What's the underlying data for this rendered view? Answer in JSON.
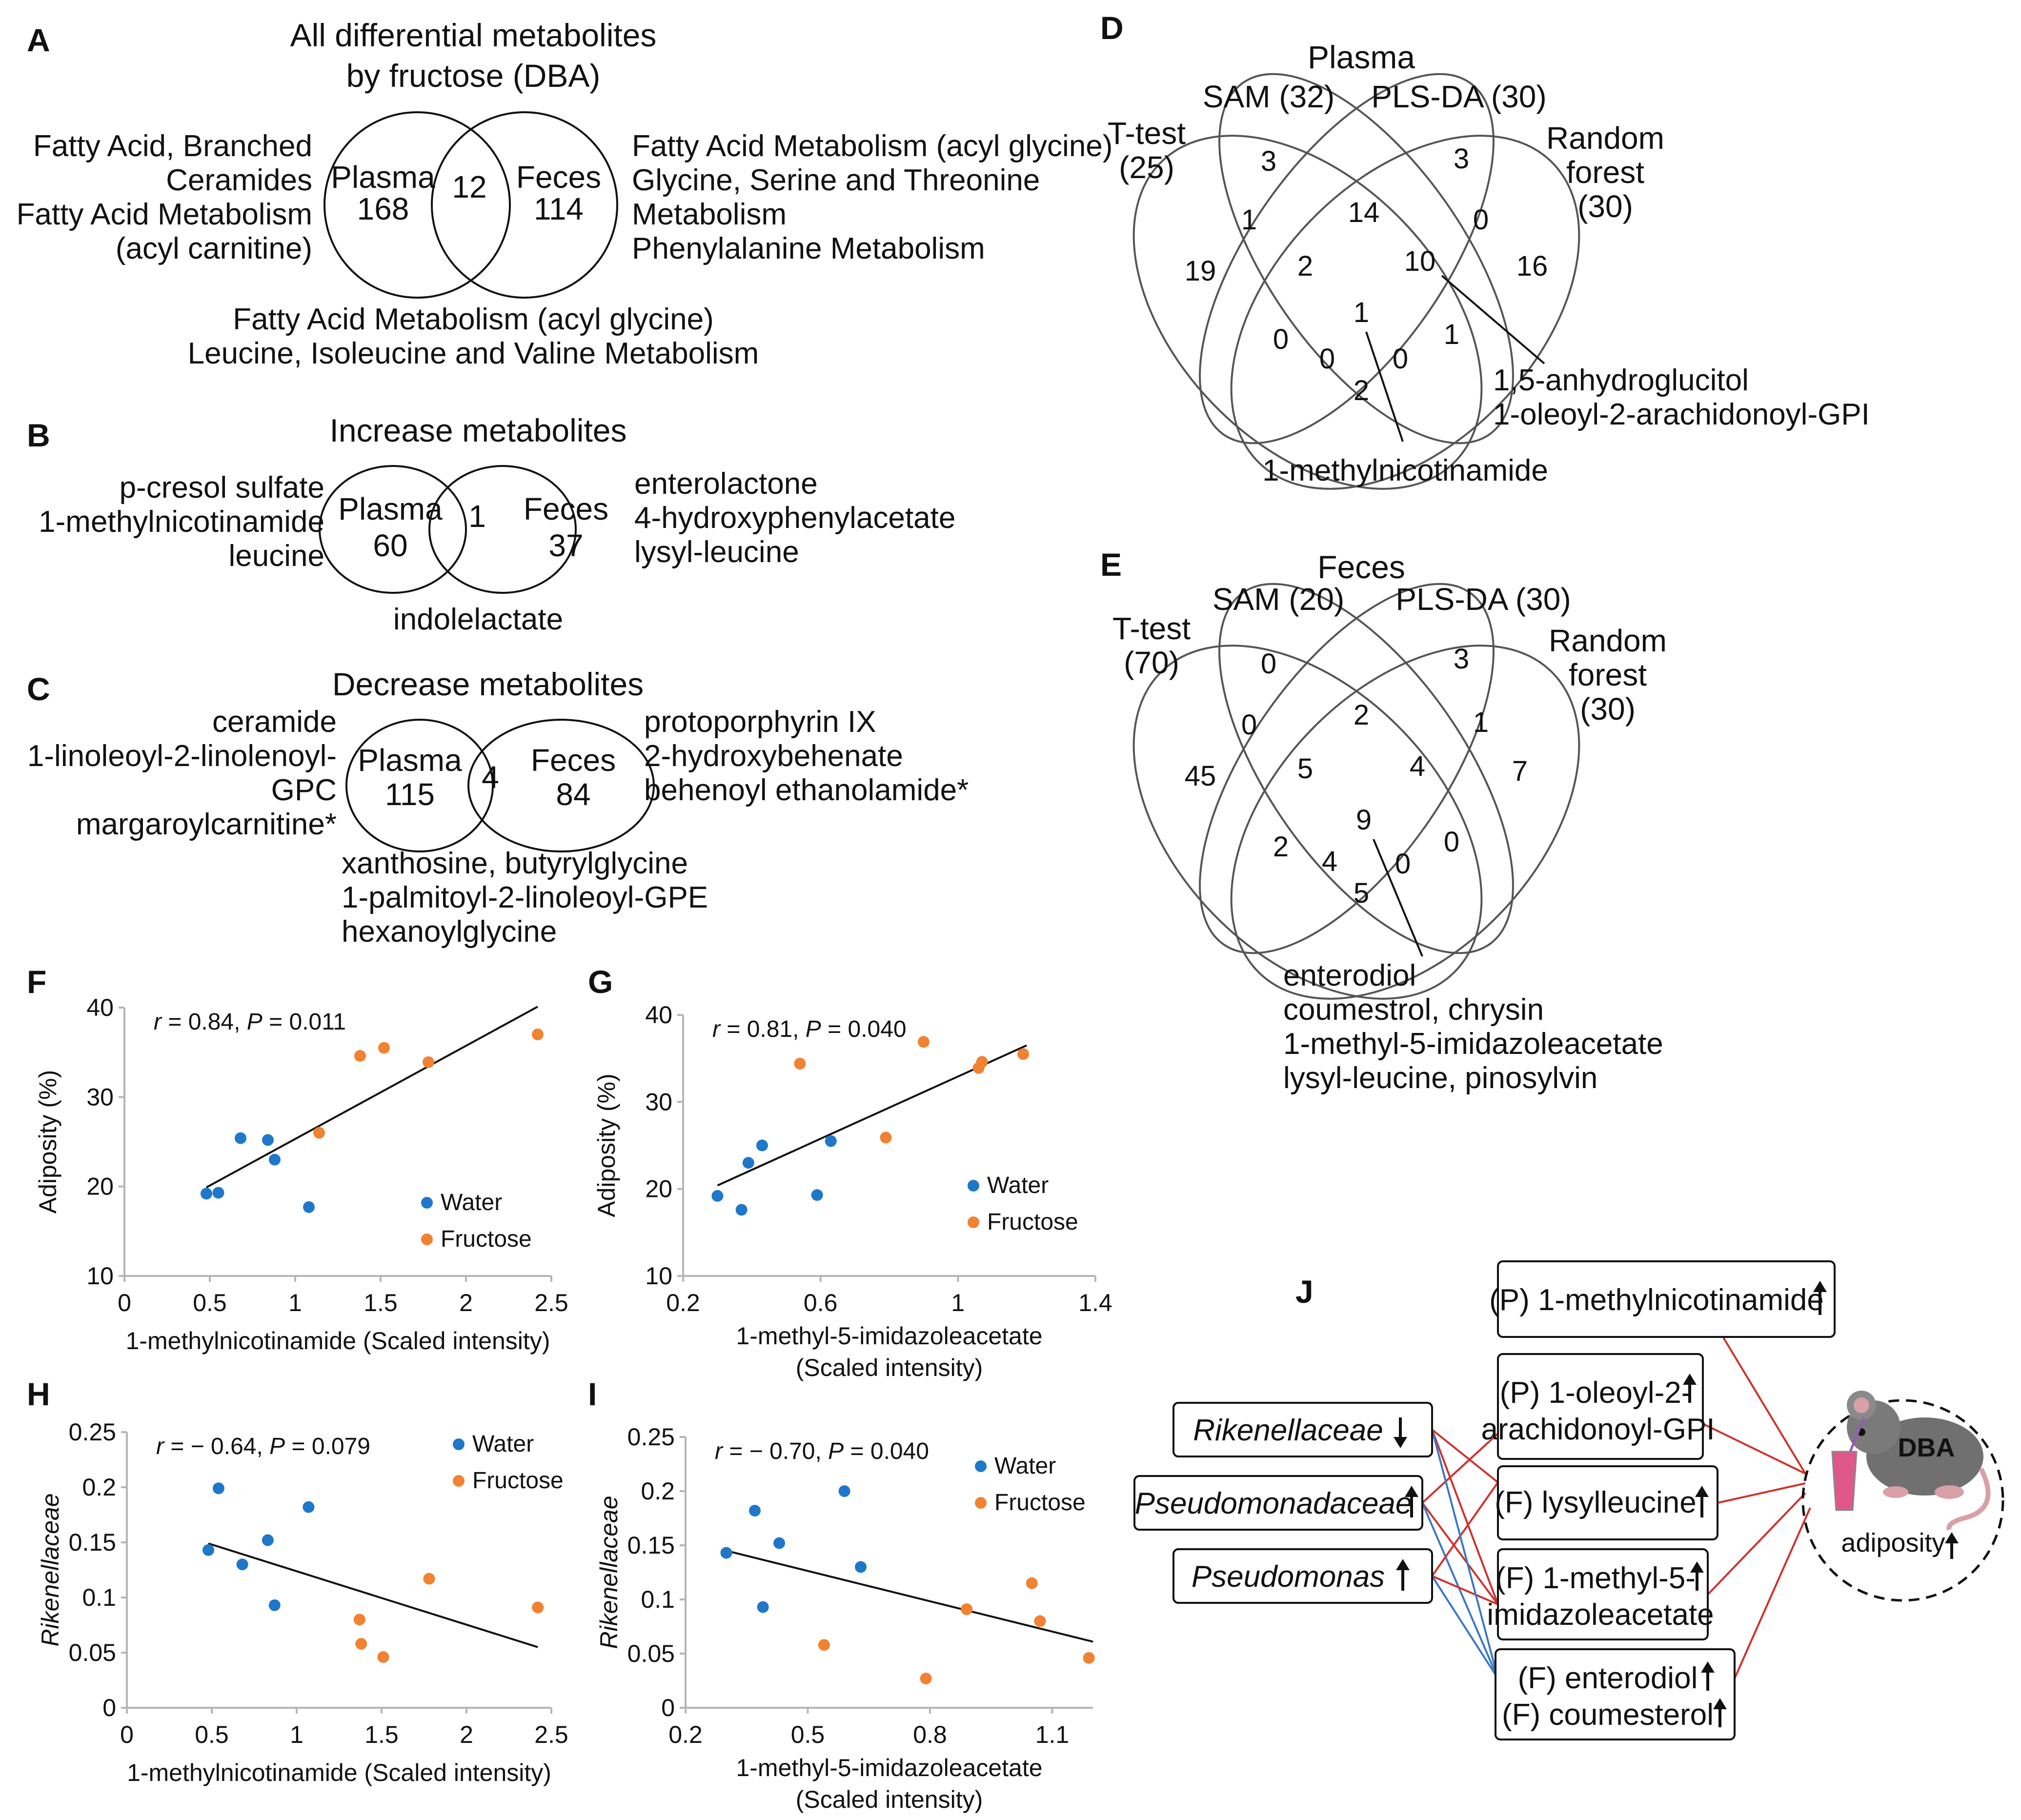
{
  "panels": {
    "A": {
      "letter": "A",
      "title1": "All differential metabolites",
      "title2": "by fructose (DBA)",
      "set_left": "Plasma",
      "set_right": "Feces",
      "left_only": "168",
      "overlap": "12",
      "right_only": "114",
      "left_notes": [
        "Fatty Acid, Branched",
        "Ceramides",
        "Fatty Acid Metabolism",
        "(acyl carnitine)"
      ],
      "right_notes": [
        "Fatty Acid Metabolism (acyl glycine)",
        "Glycine, Serine and Threonine",
        "Metabolism",
        "Phenylalanine Metabolism"
      ],
      "bottom_notes": [
        "Fatty Acid Metabolism (acyl glycine)",
        "Leucine, Isoleucine and Valine Metabolism"
      ]
    },
    "B": {
      "letter": "B",
      "title": "Increase metabolites",
      "set_left": "Plasma",
      "set_right": "Feces",
      "left_only": "60",
      "overlap": "1",
      "right_only": "37",
      "left_notes": [
        "p-cresol sulfate",
        "1-methylnicotinamide",
        "leucine"
      ],
      "right_notes": [
        "enterolactone",
        "4-hydroxyphenylacetate",
        "lysyl-leucine"
      ],
      "bottom_notes": [
        "indolelactate"
      ]
    },
    "C": {
      "letter": "C",
      "title": "Decrease metabolites",
      "set_left": "Plasma",
      "set_right": "Feces",
      "left_only": "115",
      "overlap": "4",
      "right_only": "84",
      "left_notes": [
        "ceramide",
        "1-linoleoyl-2-linolenoyl-",
        "GPC",
        "margaroylcarnitine*"
      ],
      "right_notes": [
        "protoporphyrin IX",
        "2-hydroxybehenate",
        "behenoyl ethanolamide*"
      ],
      "bottom_notes": [
        "xanthosine, butyrylglycine",
        "1-palmitoyl-2-linoleoyl-GPE",
        "hexanoylglycine"
      ]
    },
    "D": {
      "letter": "D",
      "title": "Plasma",
      "sets": [
        "T-test",
        "(25)",
        "SAM (32)",
        "PLS-DA (30)",
        "Random",
        "forest",
        "(30)"
      ],
      "regions": [
        "3",
        "3",
        "1",
        "14",
        "0",
        "19",
        "2",
        "10",
        "16",
        "1",
        "0",
        "1",
        "0",
        "0",
        "2"
      ],
      "callout_1": [
        "1,5-anhydroglucitol",
        "1-oleoyl-2-arachidonoyl-GPI"
      ],
      "callout_2": [
        "1-methylnicotinamide"
      ]
    },
    "E": {
      "letter": "E",
      "title": "Feces",
      "sets": [
        "T-test",
        "(70)",
        "SAM (20)",
        "PLS-DA (30)",
        "Random",
        "forest",
        "(30)"
      ],
      "regions": [
        "0",
        "3",
        "0",
        "2",
        "1",
        "45",
        "5",
        "4",
        "7",
        "9",
        "2",
        "4",
        "0",
        "0",
        "5"
      ],
      "callout": [
        "enterodiol",
        "coumestrol, chrysin",
        "1-methyl-5-imidazoleacetate",
        "lysyl-leucine, pinosylvin"
      ]
    },
    "J": {
      "letter": "J",
      "taxa": [
        "Rikenellaceae",
        "Pseudomonadaceae",
        "Pseudomonas"
      ],
      "metabolites": [
        [
          "(P) 1-methylnicotinamide"
        ],
        [
          "(P) 1-oleoyl-2-",
          "arachidonoyl-GPI"
        ],
        [
          "(F) lysylleucine"
        ],
        [
          "(F) 1-methyl-5-",
          "imidazoleacetate"
        ],
        [
          "(F) enterodiol",
          "(F) coumesterol"
        ]
      ],
      "mouse_label": "DBA",
      "outcome": "adiposity",
      "colors": {
        "positive": "#d0312d",
        "negative": "#3a78c4",
        "drink": "#e0588a"
      }
    }
  },
  "colors": {
    "water": "#1f77c9",
    "fructose": "#f08232"
  },
  "chart_data": [
    {
      "panel": "F",
      "type": "scatter",
      "stat_r": "0.84",
      "stat_p": "0.011",
      "xlabel": "1-methylnicotinamide (Scaled intensity)",
      "ylabel": "Adiposity (%)",
      "xlim": [
        0,
        2.5
      ],
      "ylim": [
        10,
        40
      ],
      "xticks": [
        "0",
        "0.5",
        "1",
        "1.5",
        "2",
        "2.5"
      ],
      "yticks": [
        "10",
        "20",
        "30",
        "40"
      ],
      "fit": [
        [
          0.48,
          19.9
        ],
        [
          2.42,
          40.1
        ]
      ],
      "series": [
        {
          "name": "Water",
          "points": [
            [
              0.48,
              19.2
            ],
            [
              0.55,
              19.3
            ],
            [
              0.68,
              25.4
            ],
            [
              0.84,
              25.2
            ],
            [
              0.88,
              23.0
            ],
            [
              1.08,
              17.7
            ]
          ]
        },
        {
          "name": "Fructose",
          "points": [
            [
              1.14,
              26.0
            ],
            [
              1.38,
              34.6
            ],
            [
              1.52,
              35.5
            ],
            [
              1.78,
              33.9
            ],
            [
              2.42,
              37.0
            ]
          ]
        }
      ]
    },
    {
      "panel": "G",
      "type": "scatter",
      "stat_r": "0.81",
      "stat_p": "0.040",
      "xlabel": [
        "1-methyl-5-imidazoleacetate",
        "(Scaled intensity)"
      ],
      "ylabel": "Adiposity (%)",
      "xlim": [
        0.2,
        1.4
      ],
      "ylim": [
        10,
        40
      ],
      "xticks": [
        "0.2",
        "0.6",
        "1",
        "1.4"
      ],
      "yticks": [
        "10",
        "20",
        "30",
        "40"
      ],
      "fit": [
        [
          0.3,
          20.4
        ],
        [
          1.2,
          36.5
        ]
      ],
      "series": [
        {
          "name": "Water",
          "points": [
            [
              0.3,
              19.2
            ],
            [
              0.37,
              17.6
            ],
            [
              0.39,
              23.0
            ],
            [
              0.43,
              25.0
            ],
            [
              0.59,
              19.3
            ],
            [
              0.63,
              25.5
            ]
          ]
        },
        {
          "name": "Fructose",
          "points": [
            [
              0.54,
              34.4
            ],
            [
              0.79,
              25.9
            ],
            [
              0.9,
              36.9
            ],
            [
              1.06,
              33.9
            ],
            [
              1.07,
              34.6
            ],
            [
              1.19,
              35.5
            ]
          ]
        }
      ]
    },
    {
      "panel": "H",
      "type": "scatter",
      "stat_r": "0.64",
      "stat_p": "0.079",
      "xlabel": "1-methylnicotinamide (Scaled intensity)",
      "ylabel": "Rikenellaceae",
      "xlim": [
        0,
        2.5
      ],
      "ylim": [
        0,
        0.25
      ],
      "xticks": [
        "0",
        "0.5",
        "1",
        "1.5",
        "2",
        "2.5"
      ],
      "yticks": [
        "0",
        "0.05",
        "0.1",
        "0.15",
        "0.2",
        "0.25"
      ],
      "fit": [
        [
          0.48,
          0.149
        ],
        [
          2.42,
          0.055
        ]
      ],
      "series": [
        {
          "name": "Water",
          "points": [
            [
              0.48,
              0.143
            ],
            [
              0.54,
              0.199
            ],
            [
              0.68,
              0.13
            ],
            [
              0.83,
              0.152
            ],
            [
              0.87,
              0.093
            ],
            [
              1.07,
              0.182
            ]
          ]
        },
        {
          "name": "Fructose",
          "points": [
            [
              1.37,
              0.08
            ],
            [
              1.38,
              0.058
            ],
            [
              1.51,
              0.046
            ],
            [
              1.78,
              0.117
            ],
            [
              2.42,
              0.091
            ]
          ]
        }
      ]
    },
    {
      "panel": "I",
      "type": "scatter",
      "stat_r": "0.70",
      "stat_p": "0.040",
      "xlabel": [
        "1-methyl-5-imidazoleacetate",
        "(Scaled intensity)"
      ],
      "ylabel": "Rikenellaceae",
      "xlim": [
        0.2,
        1.2
      ],
      "ylim": [
        0,
        0.25
      ],
      "xticks": [
        "0.2",
        "0.5",
        "0.8",
        "1.1"
      ],
      "yticks": [
        "0",
        "0.05",
        "0.1",
        "0.15",
        "0.2",
        "0.25"
      ],
      "fit": [
        [
          0.3,
          0.145
        ],
        [
          1.2,
          0.061
        ]
      ],
      "series": [
        {
          "name": "Water",
          "points": [
            [
              0.3,
              0.143
            ],
            [
              0.37,
              0.182
            ],
            [
              0.39,
              0.093
            ],
            [
              0.43,
              0.152
            ],
            [
              0.59,
              0.2
            ],
            [
              0.63,
              0.13
            ]
          ]
        },
        {
          "name": "Fructose",
          "points": [
            [
              0.54,
              0.058
            ],
            [
              0.79,
              0.027
            ],
            [
              0.89,
              0.091
            ],
            [
              1.05,
              0.115
            ],
            [
              1.07,
              0.08
            ],
            [
              1.19,
              0.046
            ]
          ]
        }
      ]
    }
  ]
}
